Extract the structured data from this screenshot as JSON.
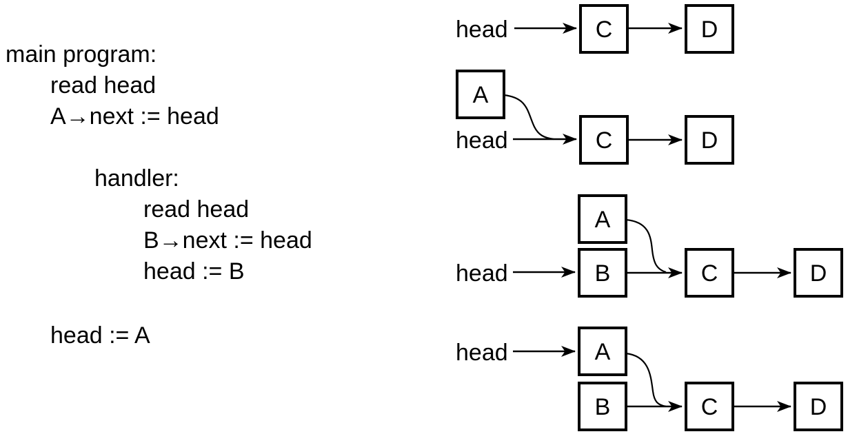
{
  "figure": {
    "description": "Race condition between a main program and an interrupt handler inserting nodes at the head of a linked list",
    "foreground_color": "#000000",
    "background_color": "#ffffff"
  },
  "code": {
    "lines": [
      {
        "text": "main program:"
      },
      {
        "text": "read head"
      },
      {
        "text": "A→next := head"
      },
      {
        "text": "handler:"
      },
      {
        "text": "read head"
      },
      {
        "text": "B→next := head"
      },
      {
        "text": "head := B"
      },
      {
        "text": "head := A"
      }
    ]
  },
  "diagrams": [
    {
      "name": "state-1-initial-list",
      "head_label": "head",
      "nodes": [
        {
          "label": "C"
        },
        {
          "label": "D"
        }
      ],
      "links": [
        "head→C",
        "C→D"
      ]
    },
    {
      "name": "state-2-main-read-head-A-next-set",
      "head_label": "head",
      "nodes": [
        {
          "label": "A"
        },
        {
          "label": "C"
        },
        {
          "label": "D"
        }
      ],
      "links": [
        "head→C",
        "A→C",
        "C→D"
      ]
    },
    {
      "name": "state-3-handler-inserted-B",
      "head_label": "head",
      "nodes": [
        {
          "label": "A"
        },
        {
          "label": "B"
        },
        {
          "label": "C"
        },
        {
          "label": "D"
        }
      ],
      "links": [
        "head→B",
        "A→C",
        "B→C",
        "C→D"
      ]
    },
    {
      "name": "state-4-head-assigned-A-B-lost",
      "head_label": "head",
      "nodes": [
        {
          "label": "A"
        },
        {
          "label": "B"
        },
        {
          "label": "C"
        },
        {
          "label": "D"
        }
      ],
      "links": [
        "head→A",
        "A→C",
        "B→C",
        "C→D"
      ]
    }
  ]
}
